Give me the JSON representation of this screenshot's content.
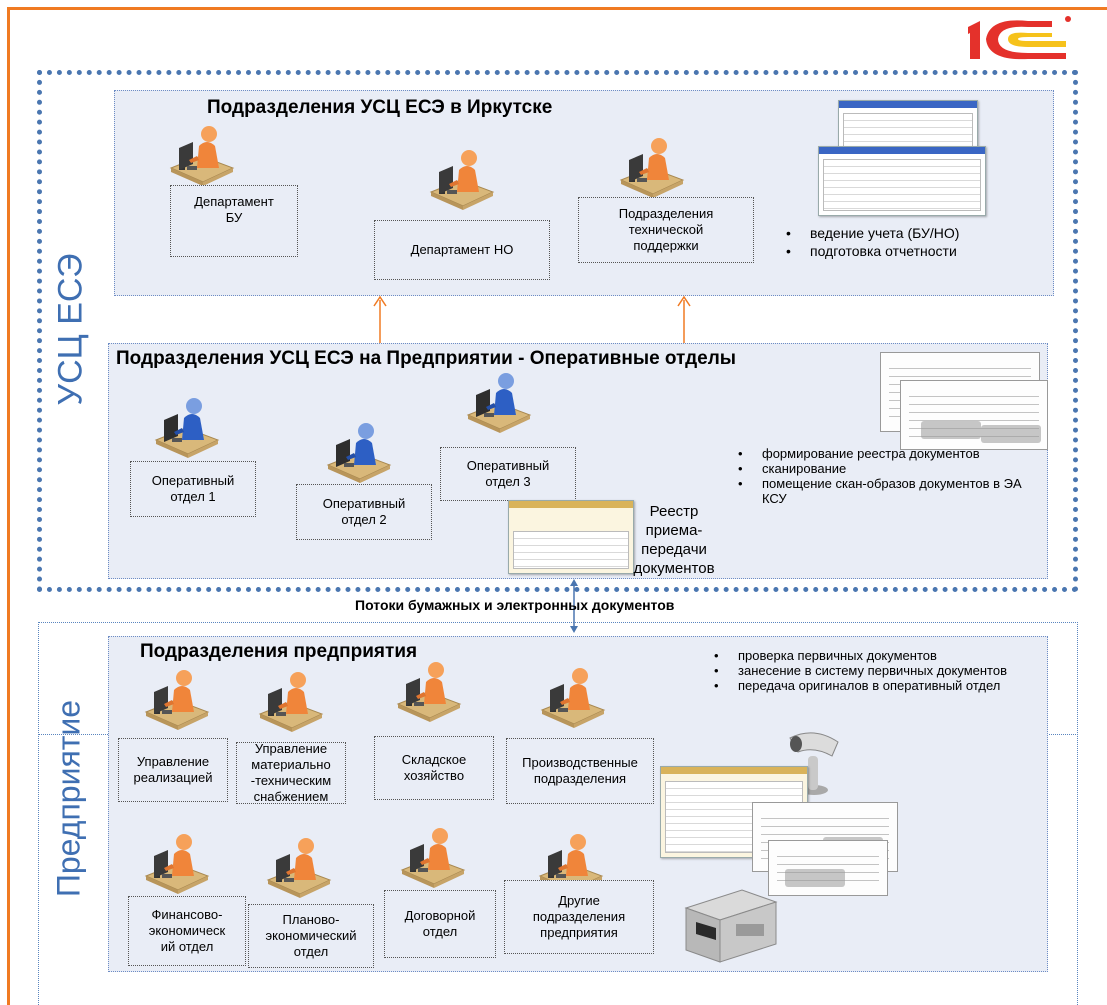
{
  "logo": {
    "text": "1С"
  },
  "left_labels": {
    "usc": "УСЦ ЕСЭ",
    "enterprise": "Предприятие"
  },
  "irkutsk": {
    "title": "Подразделения УСЦ ЕСЭ в Иркутске",
    "units": [
      "Департамент\nБУ",
      "Департамент НО",
      "Подразделения\nтехнической\nподдержки"
    ],
    "bullets": [
      "ведение учета (БУ/НО)",
      "подготовка отчетности"
    ]
  },
  "operational": {
    "title": "Подразделения УСЦ ЕСЭ на Предприятии - Оперативные отделы",
    "units": [
      "Оперативный\nотдел 1",
      "Оперативный\nотдел 2",
      "Оперативный\nотдел 3"
    ],
    "bullets": [
      "формирование реестра документов",
      "сканирование",
      "помещение скан-образов документов в ЭА КСУ"
    ],
    "reestr_label": "Реестр приема-\nпередачи\nдокументов"
  },
  "flow_label": "Потоки бумажных и электронных документов",
  "enterprise": {
    "title": "Подразделения предприятия",
    "bullets": [
      "проверка первичных документов",
      "занесение в систему первичных документов",
      "передача оригиналов в оперативный отдел"
    ],
    "units_row1": [
      "Управление\nреализацией",
      "Управление\nматериально\n-техническим\nснабжением",
      "Складское\nхозяйство",
      "Производственные\nподразделения"
    ],
    "units_row2": [
      "Финансово-\nэкономическ\nий отдел",
      "Планово-\nэкономический\nотдел",
      "Договорной\nотдел",
      "Другие\nподразделения\nпредприятия"
    ]
  },
  "colors": {
    "frame": "#f07a22",
    "usc_border": "#4a76b0",
    "panel_bg": "#e9edf6",
    "person_orange": "#f39a4e",
    "person_blue": "#3c6fd0",
    "arrow": "#f07a22",
    "label_blue": "#3f6fb2"
  }
}
